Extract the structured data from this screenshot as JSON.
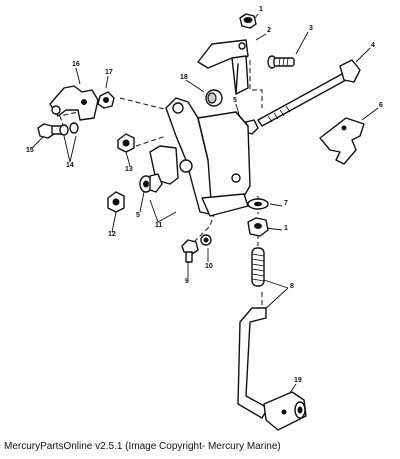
{
  "diagram": {
    "callouts": [
      "1",
      "2",
      "3",
      "4",
      "5",
      "6",
      "7",
      "1",
      "8",
      "19",
      "18",
      "5",
      "17",
      "16",
      "15",
      "14",
      "13",
      "5",
      "12",
      "11",
      "10",
      "9"
    ]
  },
  "footer": {
    "text": "MercuryPartsOnline v2.5.1 (Image Copyright- Mercury Marine)"
  }
}
